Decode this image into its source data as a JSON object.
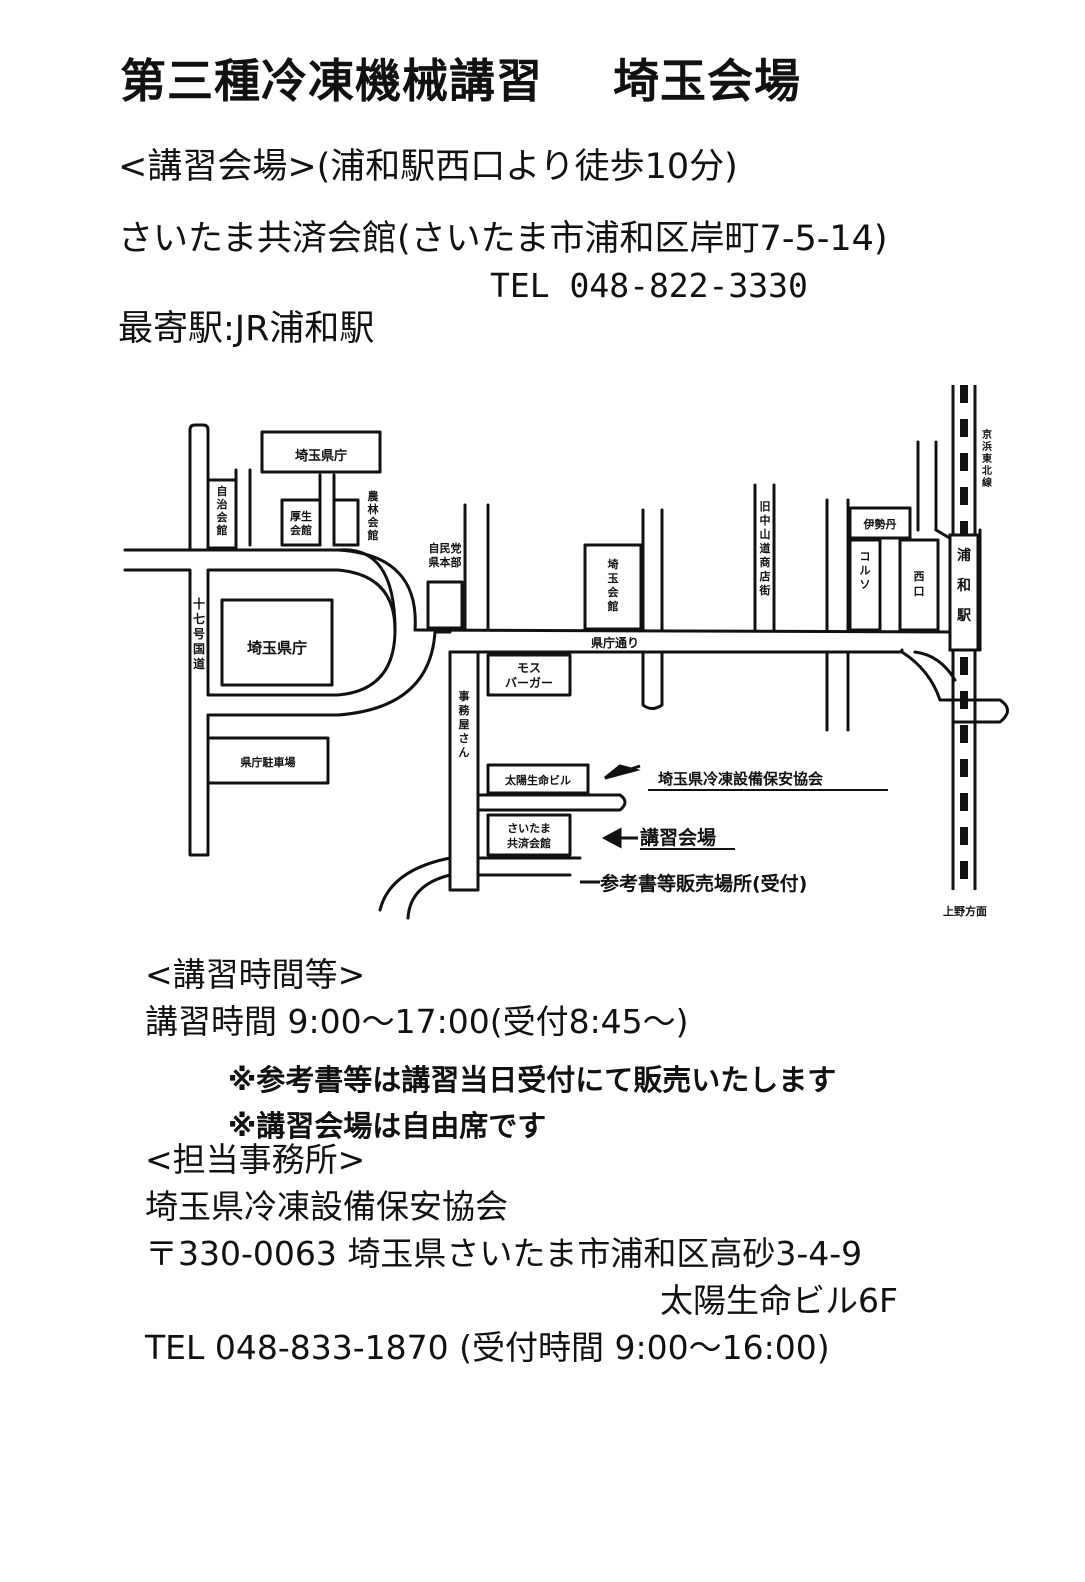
{
  "title": {
    "course": "第三種冷凍機械講習",
    "venue": "埼玉会場"
  },
  "venue_info": {
    "line1": "<講習会場>(浦和駅西口より徒歩10分)",
    "line2": "さいたま共済会館(さいたま市浦和区岸町7-5-14)",
    "tel": "TEL 048-822-3330",
    "nearest": "最寄駅:JR浦和駅"
  },
  "map": {
    "labels": {
      "pref_office_top": "埼玉県庁",
      "jichi": [
        "自",
        "治",
        "会",
        "館"
      ],
      "kousei": [
        "厚生",
        "会館"
      ],
      "norin": [
        "農",
        "林",
        "会",
        "館"
      ],
      "jimin": [
        "自民党",
        "県本部"
      ],
      "kokudo": [
        "十",
        "七",
        "号",
        "国",
        "道"
      ],
      "pref_office": "埼玉県庁",
      "parking": "県庁駐車場",
      "saitama_kaikan": [
        "埼",
        "玉",
        "会",
        "館"
      ],
      "kencho_dori": "県庁通り",
      "mos": [
        "モス",
        "バーガー"
      ],
      "jimuya": [
        "事",
        "務",
        "屋",
        "さ",
        "ん"
      ],
      "taiyo": "太陽生命ビル",
      "kyosai": [
        "さいたま",
        "共済会館"
      ],
      "kyu_nakasendo": [
        "旧",
        "中",
        "山",
        "道",
        "商",
        "店",
        "街"
      ],
      "isetan": "伊勢丹",
      "korunsu": [
        "コ",
        "ル",
        "ソ"
      ],
      "nishiguchi": [
        "西",
        "口"
      ],
      "urawa_eki": [
        "浦",
        "和",
        "駅"
      ],
      "keihin": [
        "京",
        "浜",
        "東",
        "北",
        "線"
      ],
      "ueno": "上野方面"
    },
    "callouts": {
      "association": "埼玉県冷凍設備保安協会",
      "venue": "講習会場",
      "books": "参考書等販売場所(受付)"
    }
  },
  "hours": {
    "heading": "<講習時間等>",
    "detail": "講習時間 9:00〜17:00(受付8:45〜)"
  },
  "office": {
    "heading": "<担当事務所>",
    "name": "埼玉県冷凍設備保安協会",
    "address1": "〒330-0063 埼玉県さいたま市浦和区高砂3-4-9",
    "address2": "太陽生命ビル6F",
    "tel": "TEL 048-833-1870 (受付時間 9:00〜16:00)"
  },
  "notes": [
    "※参考書等は講習当日受付にて販売いたします",
    "※講習会場は自由席です"
  ]
}
